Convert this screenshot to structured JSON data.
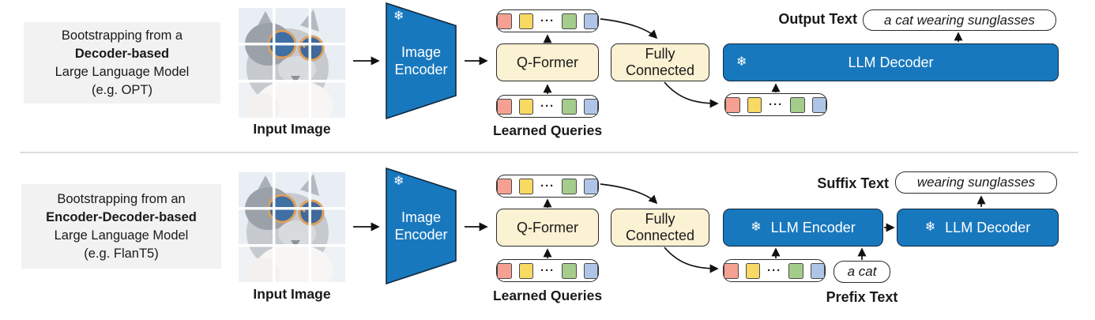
{
  "tokens": {
    "ellipsis": "···"
  },
  "icons": {
    "frozen_label": "❄"
  },
  "colors": {
    "accent_blue": "#1878BE",
    "cream_yellow": "#FBF1D3",
    "caption_bg": "#F2F2F2",
    "token_red": "#F5A093",
    "token_yellow": "#F8D964",
    "token_green": "#A4CD8C",
    "token_blue": "#AFC5E7"
  },
  "top": {
    "caption": [
      "Bootstrapping from a",
      "Decoder-based",
      "Large Language Model",
      "(e.g. OPT)"
    ],
    "input_image_label": "Input Image",
    "image_encoder": [
      "Image",
      "Encoder"
    ],
    "qformer_label": "Q-Former",
    "learned_queries_label": "Learned Queries",
    "fully_connected": [
      "Fully",
      "Connected"
    ],
    "llm_decoder_label": "LLM Decoder",
    "output_text_label": "Output Text",
    "output_text_value": "a cat wearing sunglasses"
  },
  "bottom": {
    "caption": [
      "Bootstrapping from an",
      "Encoder-Decoder-based",
      "Large Language Model",
      "(e.g. FlanT5)"
    ],
    "input_image_label": "Input Image",
    "image_encoder": [
      "Image",
      "Encoder"
    ],
    "qformer_label": "Q-Former",
    "learned_queries_label": "Learned Queries",
    "fully_connected": [
      "Fully",
      "Connected"
    ],
    "llm_encoder_label": "LLM Encoder",
    "llm_decoder_label": "LLM Decoder",
    "suffix_text_label": "Suffix Text",
    "suffix_text_value": "wearing sunglasses",
    "prefix_text_label": "Prefix Text",
    "prefix_text_value": "a cat"
  }
}
